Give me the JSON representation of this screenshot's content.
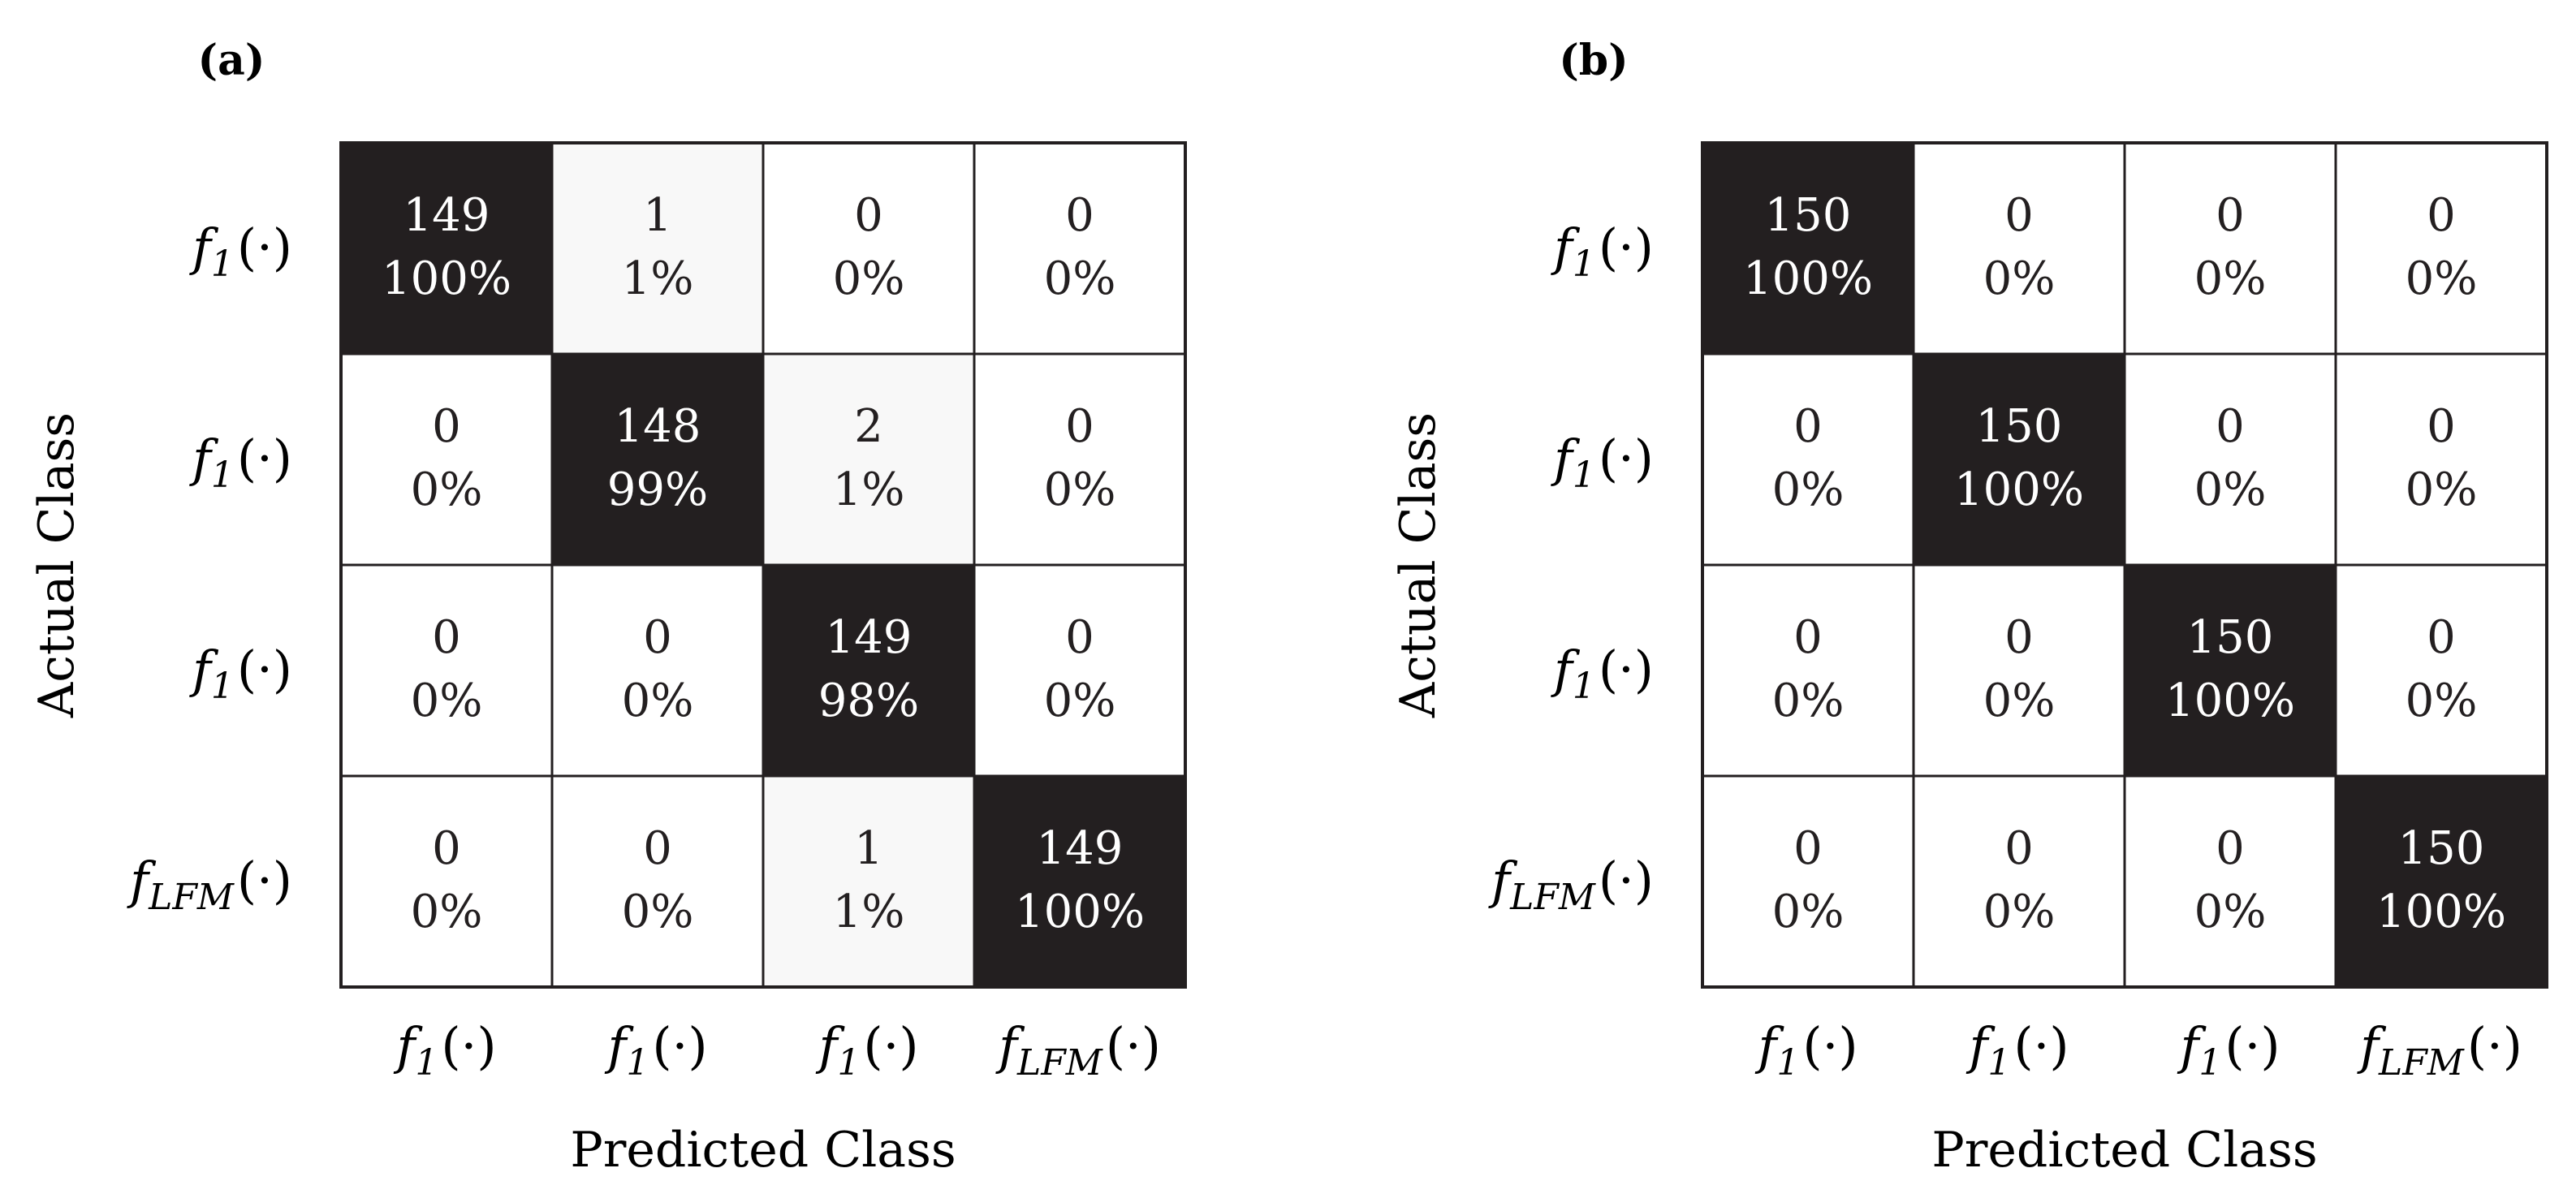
{
  "chart_data": [
    {
      "type": "heatmap",
      "panel_label": "(a)",
      "xlabel": "Predicted Class",
      "ylabel": "Actual Class",
      "row_labels": [
        {
          "main": "f",
          "sub": "1",
          "arg": "(·)"
        },
        {
          "main": "f",
          "sub": "1",
          "arg": "(·)"
        },
        {
          "main": "f",
          "sub": "1",
          "arg": "(·)"
        },
        {
          "main": "f",
          "sub": "LFM",
          "arg": "(·)"
        }
      ],
      "col_labels": [
        {
          "main": "f",
          "sub": "1",
          "arg": "(·)"
        },
        {
          "main": "f",
          "sub": "1",
          "arg": "(·)"
        },
        {
          "main": "f",
          "sub": "1",
          "arg": "(·)"
        },
        {
          "main": "f",
          "sub": "LFM",
          "arg": "(·)"
        }
      ],
      "counts": [
        [
          149,
          1,
          0,
          0
        ],
        [
          0,
          148,
          2,
          0
        ],
        [
          0,
          0,
          149,
          0
        ],
        [
          0,
          0,
          1,
          149
        ]
      ],
      "percents": [
        [
          "100%",
          "1%",
          "0%",
          "0%"
        ],
        [
          "0%",
          "99%",
          "1%",
          "0%"
        ],
        [
          "0%",
          "0%",
          "98%",
          "0%"
        ],
        [
          "0%",
          "0%",
          "1%",
          "100%"
        ]
      ],
      "colors": {
        "high": "#231f20",
        "low": "#ffffff",
        "faint": "#f8f8f8",
        "border": "#231f20"
      }
    },
    {
      "type": "heatmap",
      "panel_label": "(b)",
      "xlabel": "Predicted Class",
      "ylabel": "Actual Class",
      "row_labels": [
        {
          "main": "f",
          "sub": "1",
          "arg": "(·)"
        },
        {
          "main": "f",
          "sub": "1",
          "arg": "(·)"
        },
        {
          "main": "f",
          "sub": "1",
          "arg": "(·)"
        },
        {
          "main": "f",
          "sub": "LFM",
          "arg": "(·)"
        }
      ],
      "col_labels": [
        {
          "main": "f",
          "sub": "1",
          "arg": "(·)"
        },
        {
          "main": "f",
          "sub": "1",
          "arg": "(·)"
        },
        {
          "main": "f",
          "sub": "1",
          "arg": "(·)"
        },
        {
          "main": "f",
          "sub": "LFM",
          "arg": "(·)"
        }
      ],
      "counts": [
        [
          150,
          0,
          0,
          0
        ],
        [
          0,
          150,
          0,
          0
        ],
        [
          0,
          0,
          150,
          0
        ],
        [
          0,
          0,
          0,
          150
        ]
      ],
      "percents": [
        [
          "100%",
          "0%",
          "0%",
          "0%"
        ],
        [
          "0%",
          "100%",
          "0%",
          "0%"
        ],
        [
          "0%",
          "0%",
          "100%",
          "0%"
        ],
        [
          "0%",
          "0%",
          "0%",
          "100%"
        ]
      ],
      "colors": {
        "high": "#231f20",
        "low": "#ffffff",
        "faint": "#f8f8f8",
        "border": "#231f20"
      }
    }
  ]
}
